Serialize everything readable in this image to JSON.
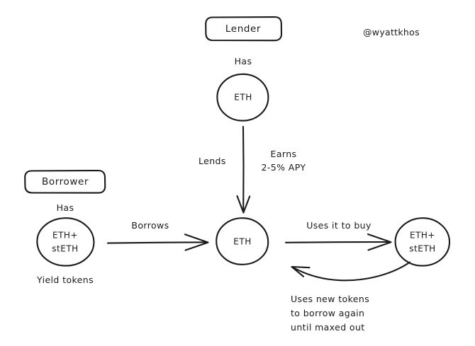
{
  "diagram": {
    "title_handle": "@wyattkhos",
    "stroke_color": "#1a1a1a",
    "background_color": "#ffffff",
    "boxes": [
      {
        "id": "lender-box",
        "label": "Lender"
      },
      {
        "id": "borrower-box",
        "label": "Borrower"
      }
    ],
    "nodes": [
      {
        "id": "lender-eth",
        "label": "ETH",
        "caption_above": "Has"
      },
      {
        "id": "borrower-eth-steth",
        "line1": "ETH+",
        "line2": "stETH",
        "caption_above": "Has",
        "caption_below": "Yield tokens"
      },
      {
        "id": "center-eth",
        "label": "ETH"
      },
      {
        "id": "bought-eth-steth",
        "line1": "ETH+",
        "line2": "stETH"
      }
    ],
    "edges": [
      {
        "id": "lends-edge",
        "label": "Lends",
        "secondary_line1": "Earns",
        "secondary_line2": "2-5% APY"
      },
      {
        "id": "borrows-edge",
        "label": "Borrows"
      },
      {
        "id": "uses-to-buy-edge",
        "label": "Uses it to buy"
      },
      {
        "id": "loop-edge",
        "caption_line1": "Uses new tokens",
        "caption_line2": "to borrow again",
        "caption_line3": "until maxed out"
      }
    ]
  }
}
